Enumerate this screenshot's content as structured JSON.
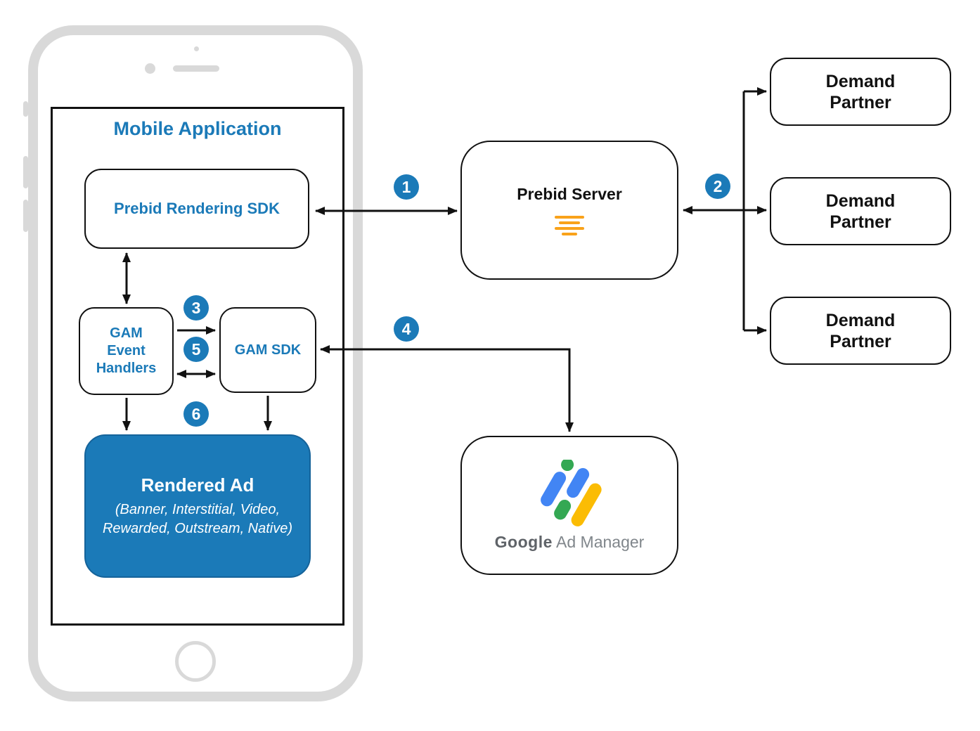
{
  "diagram": {
    "phone": {
      "app_title": "Mobile Application"
    },
    "nodes": {
      "prebid_rendering_sdk": "Prebid Rendering SDK",
      "gam_event_handlers": "GAM Event Handlers",
      "gam_sdk": "GAM SDK",
      "rendered_ad_title": "Rendered Ad",
      "rendered_ad_subtitle": "(Banner, Interstitial, Video, Rewarded, Outstream, Native)",
      "prebid_server": "Prebid Server",
      "demand_partners": [
        "Demand Partner",
        "Demand Partner",
        "Demand Partner"
      ],
      "google_ad_manager": {
        "google": "Google",
        "rest": "Ad Manager"
      }
    },
    "steps": [
      "1",
      "2",
      "3",
      "4",
      "5",
      "6"
    ],
    "icons": {
      "prebid_server_icon": "prebid-lines-icon",
      "google_ad_manager_icon": "google-ad-manager-icon"
    },
    "colors": {
      "accent_blue": "#1b7ab8",
      "rendered_ad_bg": "#1b7ab8",
      "phone_gray": "#d9d9d9",
      "prebid_orange": "#f9a21a",
      "google_blue": "#4285f4",
      "google_green": "#34a853",
      "google_yellow": "#fbbc04",
      "google_text_gray": "#5f6368",
      "arrow_black": "#111111"
    }
  }
}
